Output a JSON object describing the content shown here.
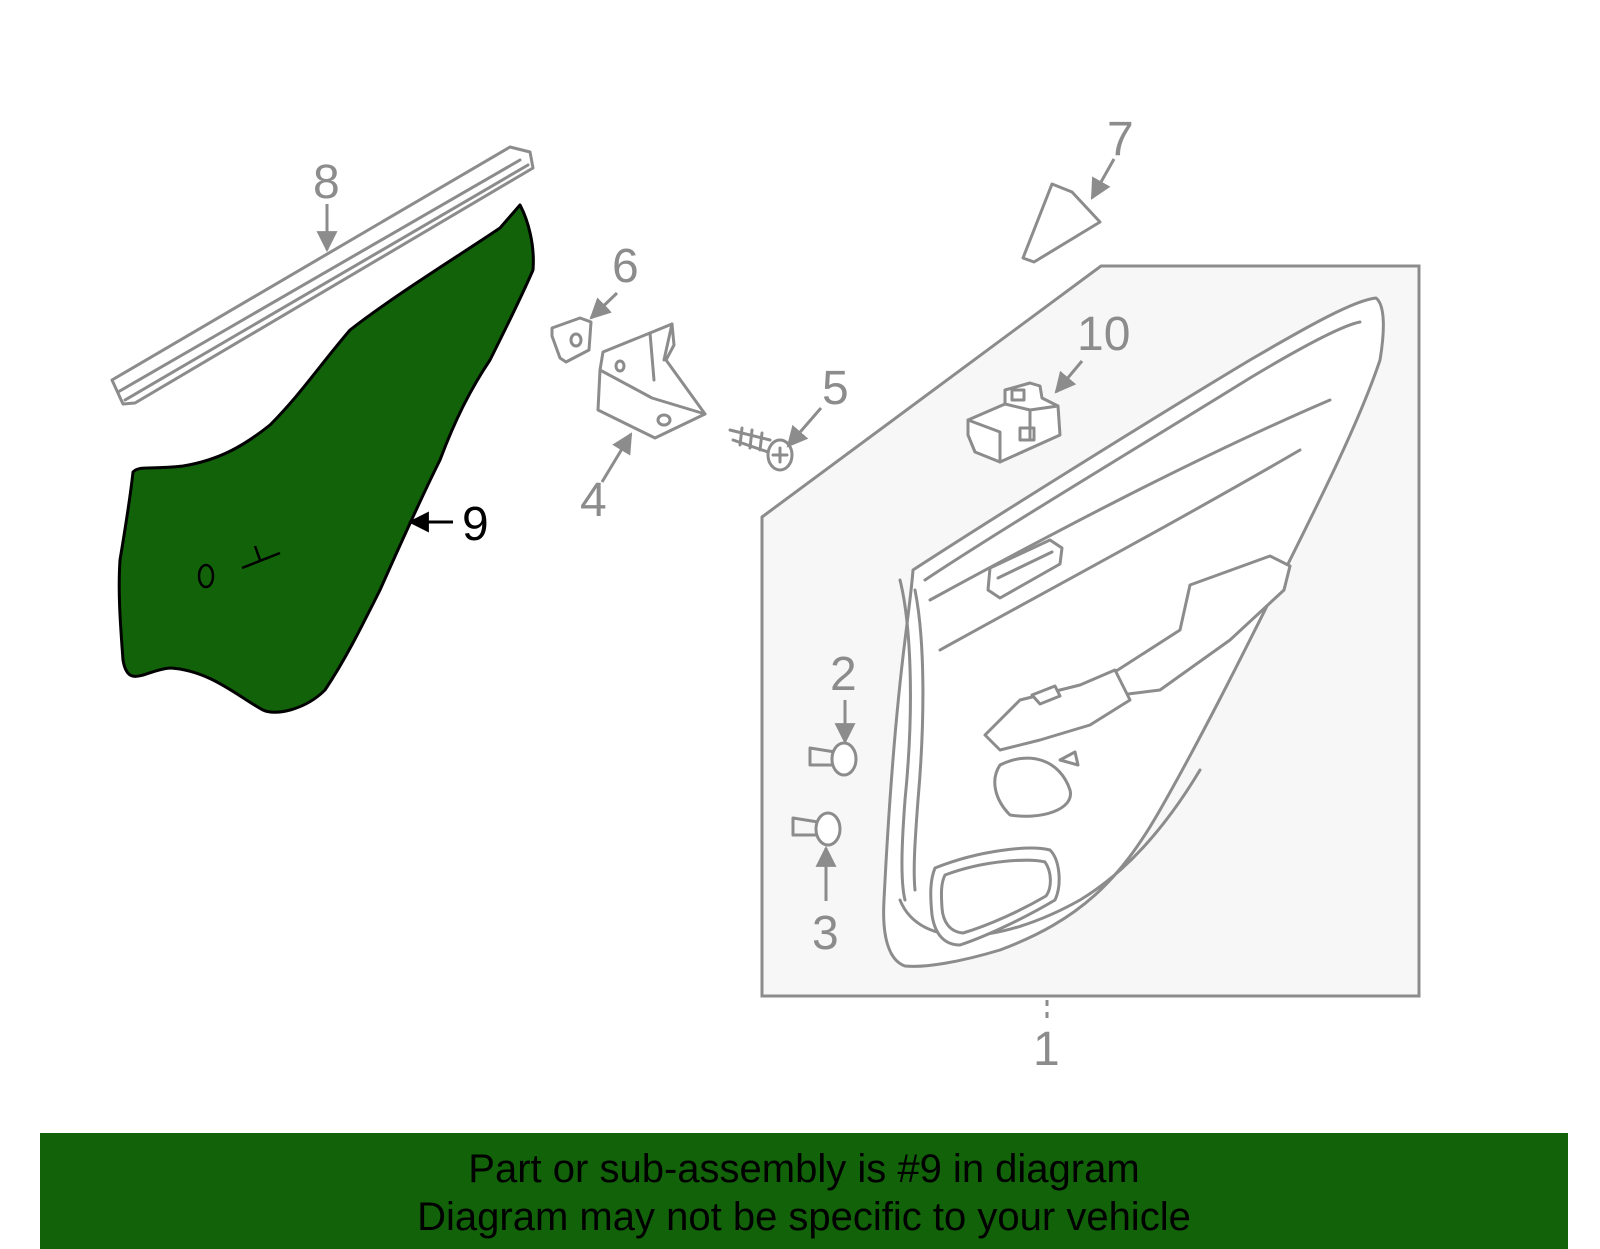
{
  "highlight_color": "#126209",
  "line_color": "#8c8c8c",
  "callouts": {
    "c1": "1",
    "c2": "2",
    "c3": "3",
    "c4": "4",
    "c5": "5",
    "c6": "6",
    "c7": "7",
    "c8": "8",
    "c9": "9",
    "c10": "10"
  },
  "highlighted_part": "9",
  "banner": {
    "line1": "Part or sub-assembly is #9 in diagram",
    "line2": "Diagram may not be specific to your vehicle"
  }
}
